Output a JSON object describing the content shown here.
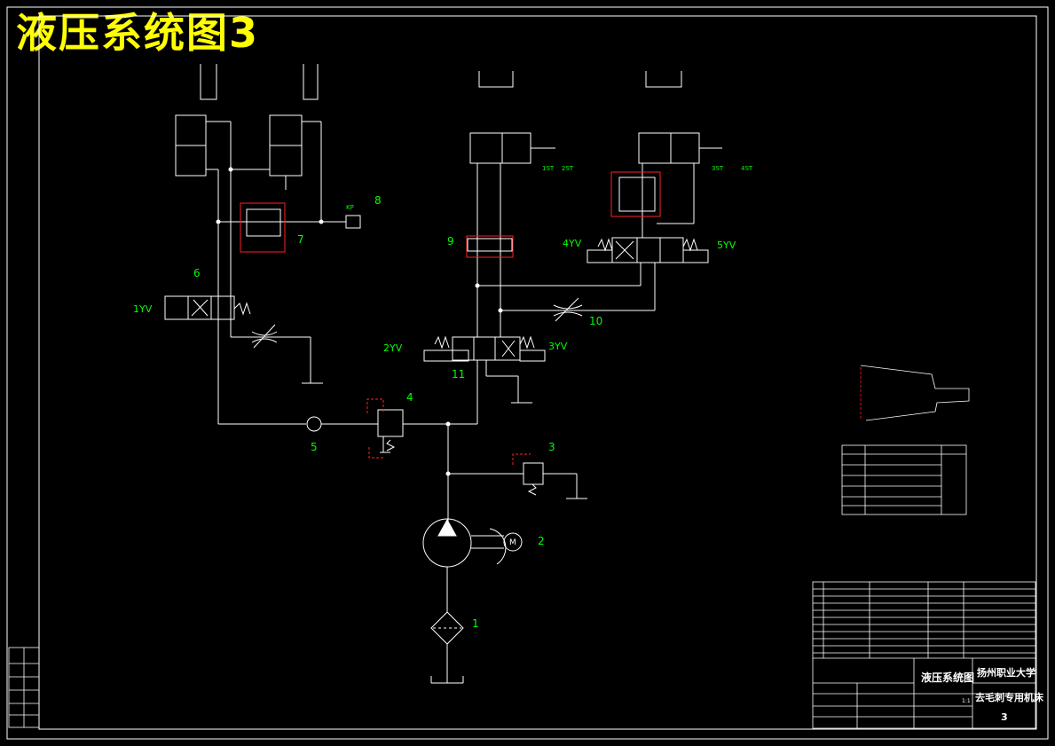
{
  "title": "液压系统图3",
  "colors": {
    "background": "#000000",
    "line": "#ffffff",
    "label": "#00ff00",
    "highlight": "#ff2020",
    "title": "#ffff00"
  },
  "labels": {
    "n1": "1",
    "n2": "2",
    "n3": "3",
    "n4": "4",
    "n5": "5",
    "n6": "6",
    "n7": "7",
    "n8": "8",
    "n9": "9",
    "n10": "10",
    "n11": "11",
    "s1": "1YV",
    "s2": "2YV",
    "s3": "3YV",
    "s4": "4YV",
    "s5": "5YV",
    "kp": "KP",
    "t1": "1ST",
    "t2": "2ST",
    "t3": "3ST",
    "t4": "4ST",
    "motor": "M"
  },
  "title_block": {
    "drawing_name": "液压系统图",
    "school": "扬州职业大学",
    "machine": "去毛刺专用机床",
    "sheet_no": "3",
    "scale": "1:1"
  }
}
